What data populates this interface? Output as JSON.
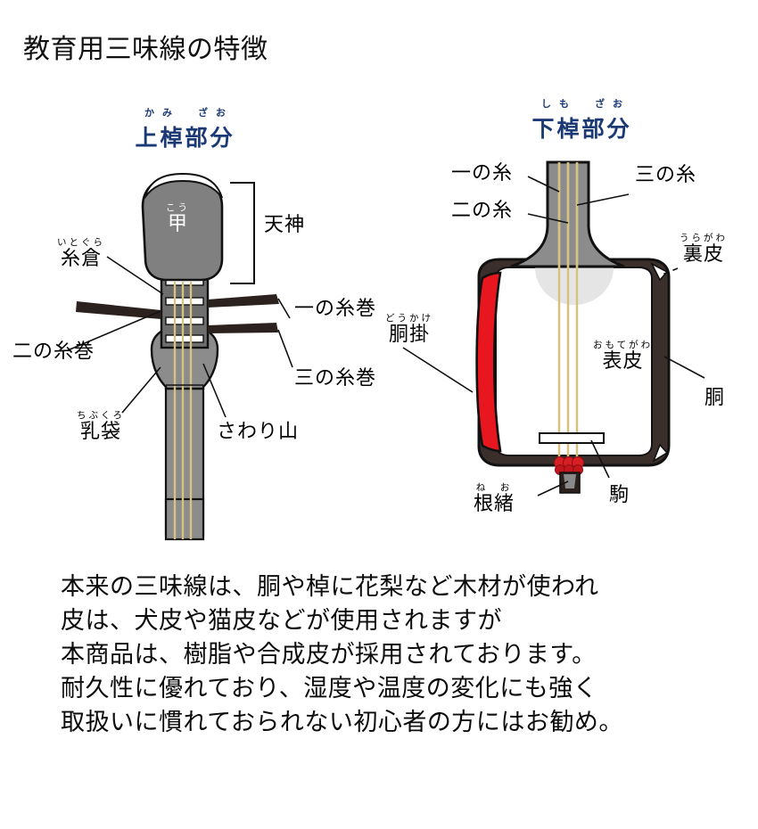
{
  "page": {
    "title": "教育用三味線の特徴",
    "background_color": "#ffffff"
  },
  "colors": {
    "heading_blue": "#1b3a75",
    "sao_gray": "#808080",
    "sao_gray_dark": "#6e6e6e",
    "body_frame_brown": "#3b2f2b",
    "dokake_red": "#e8161f",
    "string_cream": "#e8d9a0",
    "text_black": "#111111",
    "skin_white": "#ffffff",
    "shadow_gray": "#dedede"
  },
  "sections": {
    "left": {
      "heading_ruby": "かみ　ざお",
      "heading_base": "上棹部分",
      "labels": {
        "kou": {
          "ruby": "こう",
          "base": "甲"
        },
        "tenjin": {
          "ruby": "",
          "base": "天神"
        },
        "itogura": {
          "ruby": "いとぐら",
          "base": "糸倉"
        },
        "ichi_no_itomaki": {
          "ruby": "",
          "base": "一の糸巻"
        },
        "ni_no_itomaki": {
          "ruby": "",
          "base": "二の糸巻"
        },
        "san_no_itomaki": {
          "ruby": "",
          "base": "三の糸巻"
        },
        "chibukuro": {
          "ruby": "ちぶくろ",
          "base": "乳袋"
        },
        "sawariyama": {
          "ruby": "",
          "base": "さわり山"
        }
      }
    },
    "right": {
      "heading_ruby": "しも　ざお",
      "heading_base": "下棹部分",
      "labels": {
        "ichi_no_ito": {
          "ruby": "",
          "base": "一の糸"
        },
        "ni_no_ito": {
          "ruby": "",
          "base": "二の糸"
        },
        "san_no_ito": {
          "ruby": "",
          "base": "三の糸"
        },
        "uragawa": {
          "ruby": "うらがわ",
          "base": "裏皮"
        },
        "omotegawa": {
          "ruby": "おもてがわ",
          "base": "表皮"
        },
        "dokake": {
          "ruby": "どうかけ",
          "base": "胴掛"
        },
        "dou": {
          "ruby": "",
          "base": "胴"
        },
        "neo": {
          "ruby": "ね　お",
          "base": "根緒"
        },
        "koma": {
          "ruby": "",
          "base": "駒"
        }
      }
    }
  },
  "description": {
    "line1": "本来の三味線は、胴や棹に花梨など木材が使われ",
    "line2": "皮は、犬皮や猫皮などが使用されますが",
    "line3": "本商品は、樹脂や合成皮が採用されております。",
    "line4": "耐久性に優れており、湿度や温度の変化にも強く",
    "line5": "取扱いに慣れておられない初心者の方にはお勧め。"
  }
}
